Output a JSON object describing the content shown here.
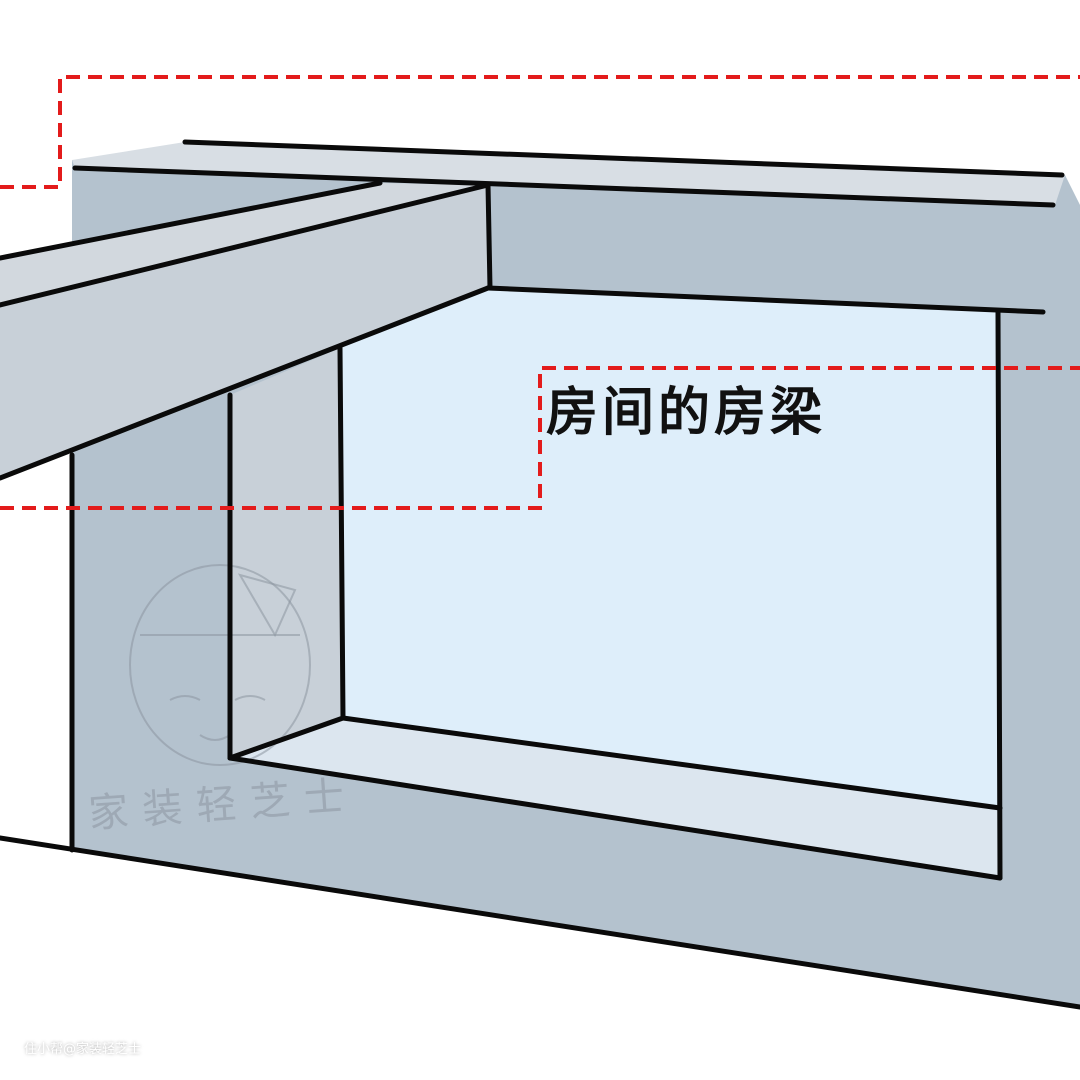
{
  "label": "房间的房梁",
  "watermark": {
    "brand": "家装轻芝士",
    "credit": "住小帮@家装轻芝士"
  },
  "colors": {
    "wall": "#b4c2ce",
    "window": "#deeefa",
    "reveal": "#c8d0d8",
    "sill": "#dce6ef",
    "slab": "#d8dee4",
    "beam_top": "#d2d8de",
    "outline": "#0a0a0a",
    "dash": "#e31b1b"
  }
}
